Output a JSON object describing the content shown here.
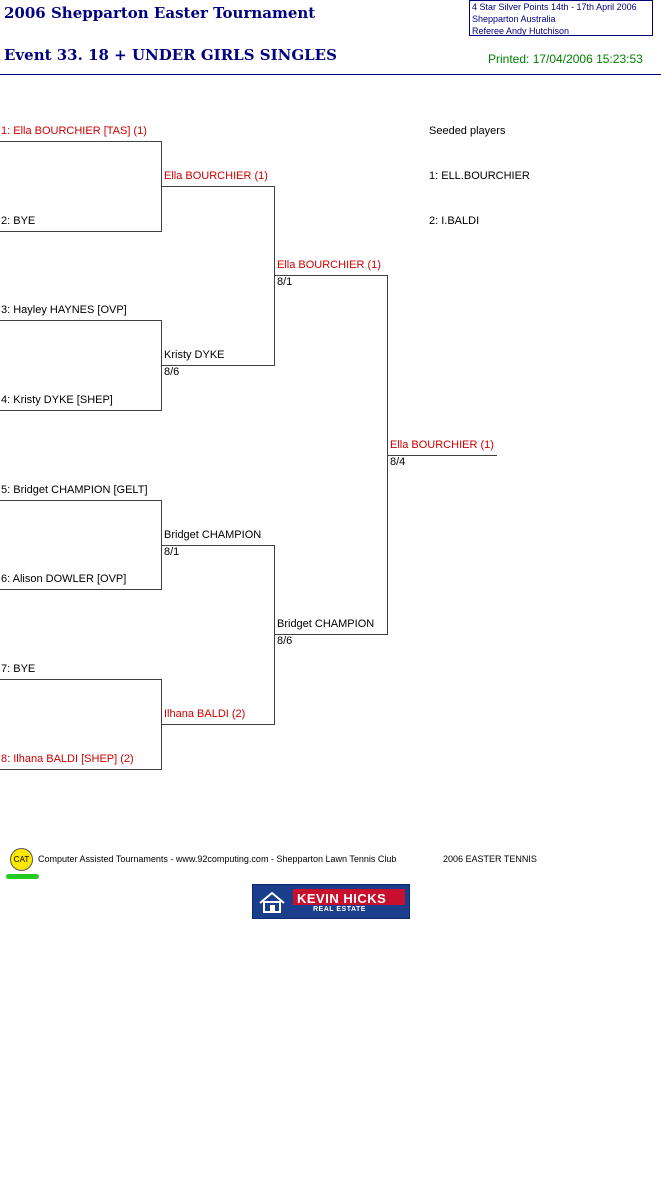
{
  "header": {
    "title": "2006 Shepparton Easter Tournament",
    "event": "Event 33. 18 + UNDER GIRLS SINGLES",
    "info_line1": "4 Star Silver Points   14th - 17th April 2006",
    "info_line2": "Shepparton    Australia",
    "info_line3": "Referee   Andy  Hutchison",
    "printed": "Printed: 17/04/2006 15:23:53"
  },
  "round1": [
    {
      "label": "1: Ella BOURCHIER [TAS] (1)",
      "seeded": true
    },
    {
      "label": "2: BYE",
      "seeded": false
    },
    {
      "label": "3: Hayley HAYNES [OVP]",
      "seeded": false
    },
    {
      "label": "4: Kristy DYKE [SHEP]",
      "seeded": false
    },
    {
      "label": "5: Bridget CHAMPION [GELT]",
      "seeded": false
    },
    {
      "label": "6: Alison DOWLER [OVP]",
      "seeded": false
    },
    {
      "label": "7: BYE",
      "seeded": false
    },
    {
      "label": "8: Ilhana BALDI [SHEP] (2)",
      "seeded": true
    }
  ],
  "round2": [
    {
      "name": "Ella BOURCHIER (1)",
      "score": "",
      "seeded": true
    },
    {
      "name": "Kristy DYKE",
      "score": "8/6",
      "seeded": false
    },
    {
      "name": "Bridget CHAMPION",
      "score": "8/1",
      "seeded": false
    },
    {
      "name": "Ilhana BALDI (2)",
      "score": "",
      "seeded": true
    }
  ],
  "semis": [
    {
      "name": "Ella BOURCHIER (1)",
      "score": "8/1",
      "seeded": true
    },
    {
      "name": "Bridget CHAMPION",
      "score": "8/6",
      "seeded": false
    }
  ],
  "final": {
    "name": "Ella BOURCHIER (1)",
    "score": "8/4",
    "seeded": true
  },
  "seeds": {
    "heading": "Seeded players",
    "s1": "1: ELL.BOURCHIER",
    "s2": "2: I.BALDI"
  },
  "footer": {
    "badge": "CAT",
    "text": "Computer Assisted Tournaments - www.92computing.com -   Shepparton Lawn Tennis Club",
    "right": "2006 EASTER TENNIS"
  },
  "sponsor": {
    "brand": "KEVIN HICKS",
    "sub": "REAL ESTATE"
  },
  "colors": {
    "title": "#000080",
    "seeded": "#cc0000",
    "printed": "#008000"
  }
}
